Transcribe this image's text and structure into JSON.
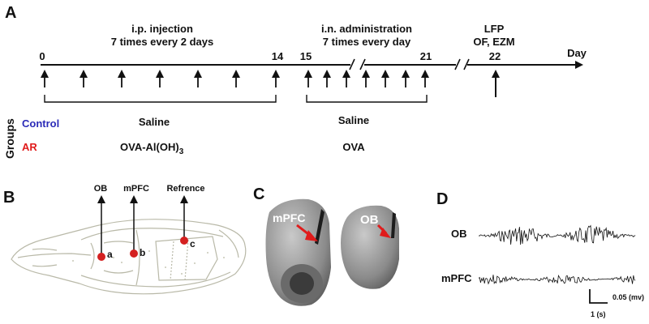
{
  "panels": {
    "a": "A",
    "b": "B",
    "c": "C",
    "d": "D"
  },
  "timeline": {
    "ip_injection": [
      "i.p. injection",
      "7 times every 2 days"
    ],
    "in_administration": [
      "i.n. administration",
      "7 times every day"
    ],
    "tests": [
      "LFP",
      "OF, EZM"
    ],
    "days": [
      "0",
      "14",
      "15",
      "21",
      "22"
    ],
    "day_label": "Day",
    "groups_label": "Groups",
    "control_label": "Control",
    "ar_label": "AR",
    "saline_ip": "Saline",
    "ova_alum_prefix": "OVA-Al(OH)",
    "ova_alum_sub": "3",
    "saline_in": "Saline",
    "ova_in": "OVA"
  },
  "panel_b": {
    "ob": "OB",
    "mpfc": "mPFC",
    "reference": "Refrence",
    "a": "a",
    "b": "b",
    "c": "c"
  },
  "panel_c": {
    "mpfc": "mPFC",
    "ob": "OB"
  },
  "panel_d": {
    "ob": "OB",
    "mpfc": "mPFC",
    "scale_y": "0.05 (mv)",
    "scale_x": "1 (s)"
  },
  "colors": {
    "control": "#2b2bb8",
    "ar": "#e01b1b",
    "electrode": "#d42020",
    "skull": "#b9b9a8"
  }
}
